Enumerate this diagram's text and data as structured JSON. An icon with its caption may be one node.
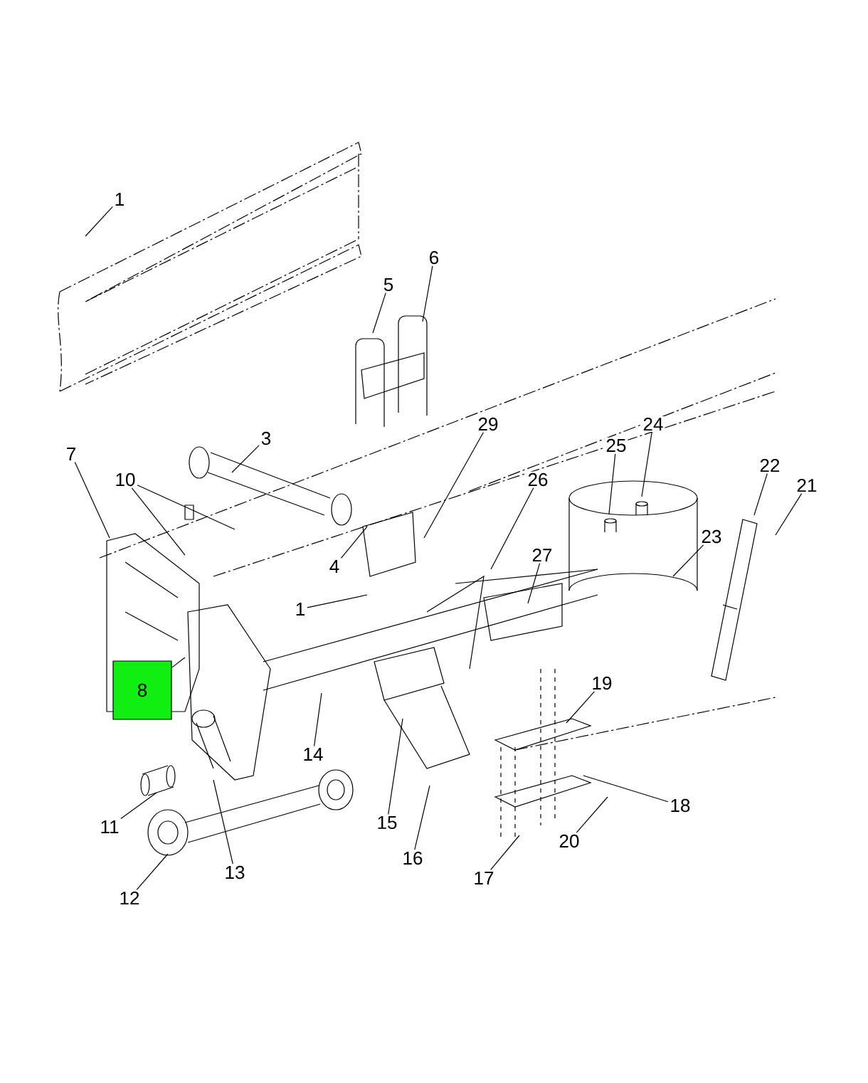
{
  "diagram": {
    "nodes": [
      {
        "text": [
          "1"
        ]
      },
      {
        "text": [
          "6"
        ]
      },
      {
        "text": [
          "5"
        ]
      },
      {
        "text": [
          "29"
        ]
      },
      {
        "text": [
          "24"
        ]
      },
      {
        "text": [
          "3"
        ]
      },
      {
        "text": [
          "25"
        ]
      },
      {
        "text": [
          "7"
        ]
      },
      {
        "text": [
          "22"
        ]
      },
      {
        "text": [
          "10"
        ]
      },
      {
        "text": [
          "26"
        ]
      },
      {
        "text": [
          "21"
        ]
      },
      {
        "text": [
          "23"
        ]
      },
      {
        "text": [
          "27"
        ]
      },
      {
        "text": [
          "4"
        ]
      },
      {
        "text": [
          "1"
        ]
      },
      {
        "text": [
          "19"
        ]
      },
      {
        "text": [
          "8"
        ]
      },
      {
        "text": [
          "14"
        ]
      },
      {
        "text": [
          "18"
        ]
      },
      {
        "text": [
          "15"
        ]
      },
      {
        "text": [
          "11"
        ]
      },
      {
        "text": [
          "20"
        ]
      },
      {
        "text": [
          "16"
        ]
      },
      {
        "text": [
          "13"
        ]
      },
      {
        "text": [
          "17"
        ]
      },
      {
        "text": [
          "12"
        ]
      }
    ],
    "edges": [
      {
        "from": 0,
        "to": null,
        "arrow": "none"
      },
      {
        "from": 1,
        "to": null,
        "arrow": "none"
      },
      {
        "from": 2,
        "to": null,
        "arrow": "none"
      },
      {
        "from": 3,
        "to": null,
        "arrow": "none"
      },
      {
        "from": 4,
        "to": null,
        "arrow": "none"
      },
      {
        "from": 5,
        "to": null,
        "arrow": "none"
      },
      {
        "from": 6,
        "to": null,
        "arrow": "none"
      },
      {
        "from": 7,
        "to": null,
        "arrow": "none"
      },
      {
        "from": 8,
        "to": null,
        "arrow": "none"
      },
      {
        "from": 9,
        "to": null,
        "arrow": "none"
      },
      {
        "from": 9,
        "to": null,
        "arrow": "none"
      },
      {
        "from": 10,
        "to": null,
        "arrow": "none"
      },
      {
        "from": 11,
        "to": null,
        "arrow": "none"
      },
      {
        "from": 12,
        "to": null,
        "arrow": "none"
      },
      {
        "from": 13,
        "to": null,
        "arrow": "none"
      },
      {
        "from": 14,
        "to": null,
        "arrow": "none"
      },
      {
        "from": 15,
        "to": null,
        "arrow": "none"
      },
      {
        "from": 16,
        "to": null,
        "arrow": "none"
      },
      {
        "from": 17,
        "to": null,
        "arrow": "none"
      },
      {
        "from": 18,
        "to": null,
        "arrow": "none"
      },
      {
        "from": 19,
        "to": null,
        "arrow": "none"
      },
      {
        "from": 20,
        "to": null,
        "arrow": "none"
      },
      {
        "from": 21,
        "to": null,
        "arrow": "none"
      },
      {
        "from": 22,
        "to": null,
        "arrow": "none"
      },
      {
        "from": 23,
        "to": null,
        "arrow": "none"
      },
      {
        "from": 24,
        "to": null,
        "arrow": "none"
      },
      {
        "from": 25,
        "to": null,
        "arrow": "none"
      },
      {
        "from": 26,
        "to": null,
        "arrow": "none"
      }
    ]
  }
}
